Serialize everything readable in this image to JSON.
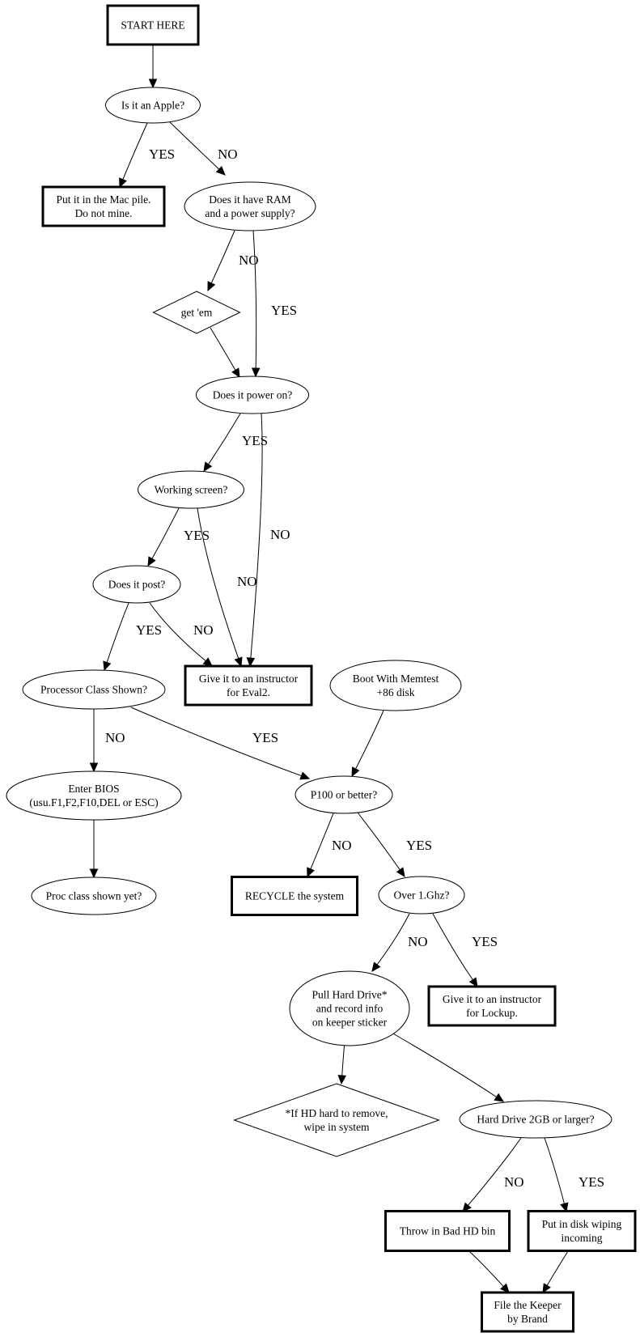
{
  "diagram": {
    "type": "flowchart",
    "nodes": [
      {
        "id": "start",
        "shape": "box",
        "lines": [
          "START HERE"
        ]
      },
      {
        "id": "apple",
        "shape": "ellipse",
        "lines": [
          "Is it an Apple?"
        ]
      },
      {
        "id": "macpile",
        "shape": "box",
        "lines": [
          "Put it in the Mac pile.",
          "Do not mine."
        ]
      },
      {
        "id": "ram",
        "shape": "ellipse",
        "lines": [
          "Does it have RAM",
          "and a power supply?"
        ]
      },
      {
        "id": "getem",
        "shape": "diamond",
        "lines": [
          "get 'em"
        ]
      },
      {
        "id": "power",
        "shape": "ellipse",
        "lines": [
          "Does it power on?"
        ]
      },
      {
        "id": "screen",
        "shape": "ellipse",
        "lines": [
          "Working screen?"
        ]
      },
      {
        "id": "post",
        "shape": "ellipse",
        "lines": [
          "Does it post?"
        ]
      },
      {
        "id": "eval2",
        "shape": "box",
        "lines": [
          "Give it to an instructor",
          "for Eval2."
        ]
      },
      {
        "id": "proc",
        "shape": "ellipse",
        "lines": [
          "Processor Class Shown?"
        ]
      },
      {
        "id": "memtest",
        "shape": "ellipse",
        "lines": [
          "Boot With Memtest",
          "+86 disk"
        ]
      },
      {
        "id": "bios",
        "shape": "ellipse",
        "lines": [
          "Enter BIOS",
          "(usu.F1,F2,F10,DEL or ESC)"
        ]
      },
      {
        "id": "p100",
        "shape": "ellipse",
        "lines": [
          "P100 or better?"
        ]
      },
      {
        "id": "procyet",
        "shape": "ellipse",
        "lines": [
          "Proc class shown yet?"
        ]
      },
      {
        "id": "recycle",
        "shape": "box",
        "lines": [
          "RECYCLE the system"
        ]
      },
      {
        "id": "ghz",
        "shape": "ellipse",
        "lines": [
          "Over 1.Ghz?"
        ]
      },
      {
        "id": "pullhd",
        "shape": "ellipse",
        "lines": [
          "Pull Hard Drive*",
          "and record info",
          "on keeper sticker"
        ]
      },
      {
        "id": "lockup",
        "shape": "box",
        "lines": [
          "Give it to an instructor",
          "for Lockup."
        ]
      },
      {
        "id": "hdnote",
        "shape": "diamond",
        "lines": [
          "*If HD hard to remove,",
          "wipe in system"
        ]
      },
      {
        "id": "hd2gb",
        "shape": "ellipse",
        "lines": [
          "Hard Drive 2GB or larger?"
        ]
      },
      {
        "id": "badhd",
        "shape": "box",
        "lines": [
          "Throw in Bad HD bin"
        ]
      },
      {
        "id": "wiping",
        "shape": "box",
        "lines": [
          "Put in disk wiping",
          "incoming"
        ]
      },
      {
        "id": "keeper",
        "shape": "box",
        "lines": [
          "File the Keeper",
          "by Brand"
        ]
      }
    ],
    "edges": [
      {
        "from": "start",
        "to": "apple",
        "label": ""
      },
      {
        "from": "apple",
        "to": "macpile",
        "label": "YES"
      },
      {
        "from": "apple",
        "to": "ram",
        "label": "NO"
      },
      {
        "from": "ram",
        "to": "getem",
        "label": "NO"
      },
      {
        "from": "ram",
        "to": "power",
        "label": "YES"
      },
      {
        "from": "getem",
        "to": "power",
        "label": ""
      },
      {
        "from": "power",
        "to": "screen",
        "label": "YES"
      },
      {
        "from": "power",
        "to": "eval2",
        "label": "NO"
      },
      {
        "from": "screen",
        "to": "post",
        "label": "YES"
      },
      {
        "from": "screen",
        "to": "eval2",
        "label": "NO"
      },
      {
        "from": "post",
        "to": "proc",
        "label": "YES"
      },
      {
        "from": "post",
        "to": "eval2",
        "label": "NO"
      },
      {
        "from": "proc",
        "to": "bios",
        "label": "NO"
      },
      {
        "from": "proc",
        "to": "p100",
        "label": "YES"
      },
      {
        "from": "memtest",
        "to": "p100",
        "label": ""
      },
      {
        "from": "bios",
        "to": "procyet",
        "label": ""
      },
      {
        "from": "p100",
        "to": "recycle",
        "label": "NO"
      },
      {
        "from": "p100",
        "to": "ghz",
        "label": "YES"
      },
      {
        "from": "ghz",
        "to": "pullhd",
        "label": "NO"
      },
      {
        "from": "ghz",
        "to": "lockup",
        "label": "YES"
      },
      {
        "from": "pullhd",
        "to": "hdnote",
        "label": ""
      },
      {
        "from": "pullhd",
        "to": "hd2gb",
        "label": ""
      },
      {
        "from": "hd2gb",
        "to": "badhd",
        "label": "NO"
      },
      {
        "from": "hd2gb",
        "to": "wiping",
        "label": "YES"
      },
      {
        "from": "badhd",
        "to": "keeper",
        "label": ""
      },
      {
        "from": "wiping",
        "to": "keeper",
        "label": ""
      }
    ]
  }
}
